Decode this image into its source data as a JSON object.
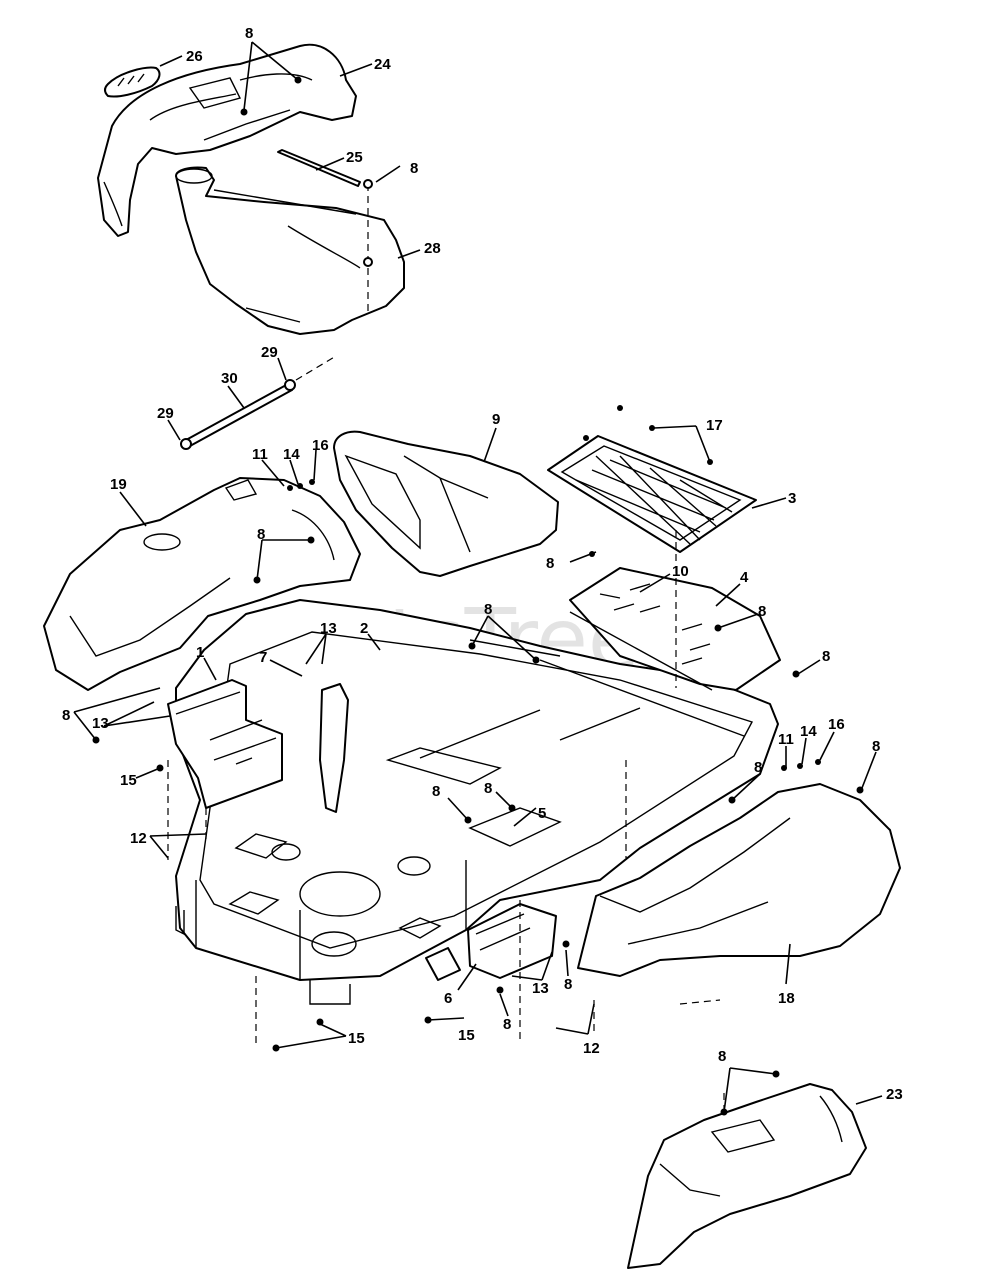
{
  "watermark": "PartsTree",
  "callouts": {
    "c26": "26",
    "c8_top": "8",
    "c24": "24",
    "c25": "25",
    "c8_rod": "8",
    "c28": "28",
    "c29_top": "29",
    "c30": "30",
    "c29_left": "29",
    "c9": "9",
    "c17": "17",
    "c3": "3",
    "c11_left": "11",
    "c14_left": "14",
    "c16_left": "16",
    "c19": "19",
    "c8_fender": "8",
    "c8_plate": "8",
    "c10": "10",
    "c4": "4",
    "c8_plate_right": "8",
    "c8_side": "8",
    "c8_center": "8",
    "c13_center": "13",
    "c2": "2",
    "c1": "1",
    "c7": "7",
    "c8_left": "8",
    "c13_left": "13",
    "c15_left": "15",
    "c11_right": "11",
    "c14_right": "14",
    "c16_right": "16",
    "c8_right": "8",
    "c8_pod": "8",
    "c8_mid": "8",
    "c8_mid2": "8",
    "c5": "5",
    "c12_left": "12",
    "c6": "6",
    "c13_bottom": "13",
    "c8_bracket": "8",
    "c8_lower": "8",
    "c15_lower": "15",
    "c12_bottom": "12",
    "c15_bottom": "15",
    "c18": "18",
    "c8_cover": "8",
    "c23": "23"
  }
}
